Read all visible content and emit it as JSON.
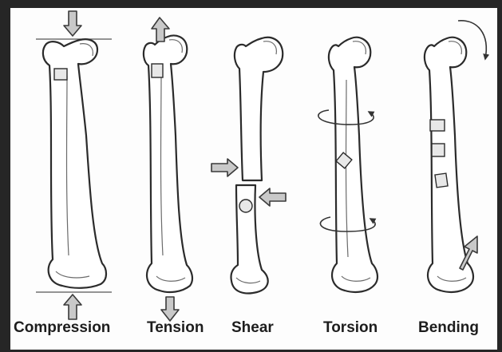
{
  "diagram": {
    "labels": {
      "compression": "Compression",
      "tension": "Tension",
      "shear": "Shear",
      "torsion": "Torsion",
      "bending": "Bending"
    }
  }
}
